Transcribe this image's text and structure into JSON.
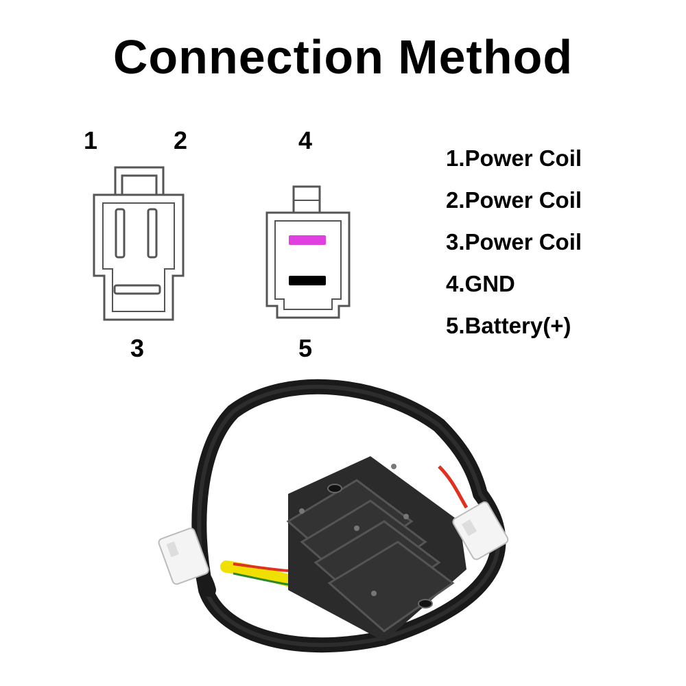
{
  "title": "Connection Method",
  "connector_a": {
    "pin_labels": [
      "1",
      "2",
      "3"
    ]
  },
  "connector_b": {
    "pin_labels": [
      "4",
      "5"
    ],
    "colors": {
      "pin4": "#e040e0",
      "pin5": "#000000"
    }
  },
  "legend": {
    "items": [
      "1.Power Coil",
      "2.Power Coil",
      "3.Power Coil",
      "4.GND",
      "5.Battery(+)"
    ]
  },
  "product": {
    "icon": "voltage-regulator-rectifier",
    "wire_colors": [
      "#f0e000",
      "#e03020",
      "#2a8a2a",
      "#111111"
    ],
    "body_color": "#2b2b2b"
  }
}
